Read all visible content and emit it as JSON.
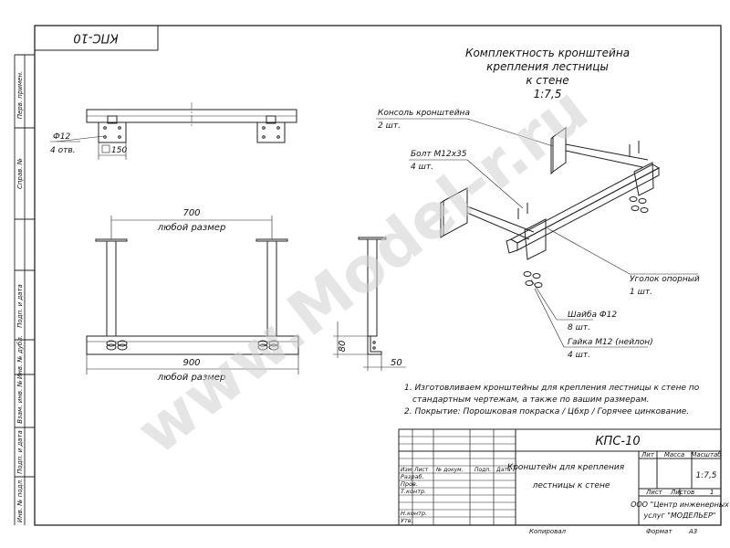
{
  "stamp": {
    "rotated_code": "КПС-10",
    "code": "КПС-10",
    "name_line1": "Кронштейн для крепления",
    "name_line2": "лестницы к стене",
    "col_lit": "Лит",
    "col_mass": "Масса",
    "col_scale": "Масштаб",
    "scale": "1:7,5",
    "sheet_label": "Лист",
    "sheets_label": "Листов",
    "sheets_value": "1",
    "org_line1": "ООО \"Центр инженерных",
    "org_line2": "услуг \"МОДЕЛЬЕР\"",
    "header_cols": [
      "Изм",
      "Лист",
      "№ докум.",
      "Подп.",
      "Дата"
    ],
    "rows": [
      "Разраб.",
      "Пров.",
      "Т.контр.",
      "Н.контр.",
      "Утв."
    ],
    "copied": "Копировал",
    "format_label": "Формат",
    "format_value": "А3"
  },
  "side_stamp": [
    "Перв. примен.",
    "Справ. №",
    "Подп. и дата",
    "Инв. № дубл.",
    "Взам. инв. №",
    "Подп. и дата",
    "Инв. № подл."
  ],
  "title": {
    "line1": "Комплектность кронштейна",
    "line2": "крепления лестницы",
    "line3": "к стене",
    "scale": "1:7,5"
  },
  "parts": {
    "console_name": "Консоль кронштейна",
    "console_qty": "2 шт.",
    "bolt_name": "Болт М12х35",
    "bolt_qty": "4 шт.",
    "angle_name": "Уголок опорный",
    "angle_qty": "1 шт.",
    "washer_name": "Шайба Ф12",
    "washer_qty": "8 шт.",
    "nut_name": "Гайка М12 (нейлон)",
    "nut_qty": "4 шт."
  },
  "dims": {
    "hole_dia": "Ф12",
    "holes": "4 отв.",
    "box": "150",
    "d700": "700",
    "any_size": "любой размер",
    "d900": "900",
    "any_size2": "любой размер",
    "d80": "80",
    "d50": "50"
  },
  "notes": {
    "line1": "1. Изготовливаем кронштейны для крепления лестницы к стене по",
    "line2": "стандартным чертежам, а также по вашим размерам.",
    "line3": "2. Покрытие: Порошковая покраска / Ц6хр / Горячее цинкование."
  },
  "watermark": "www.Model-r.ru"
}
